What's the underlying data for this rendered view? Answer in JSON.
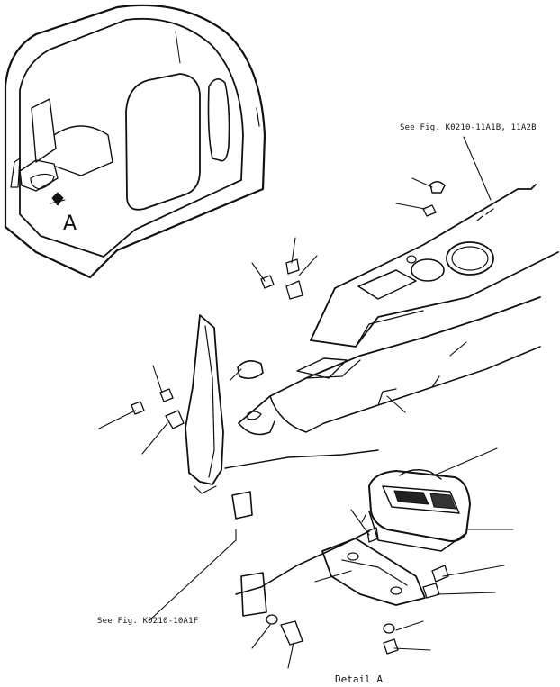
{
  "references": {
    "top": "See Fig. K0210-11A1B, 11A2B",
    "bottom": "See Fig. K0210-10A1F"
  },
  "callout_letter": "A",
  "caption": "Detail  A"
}
